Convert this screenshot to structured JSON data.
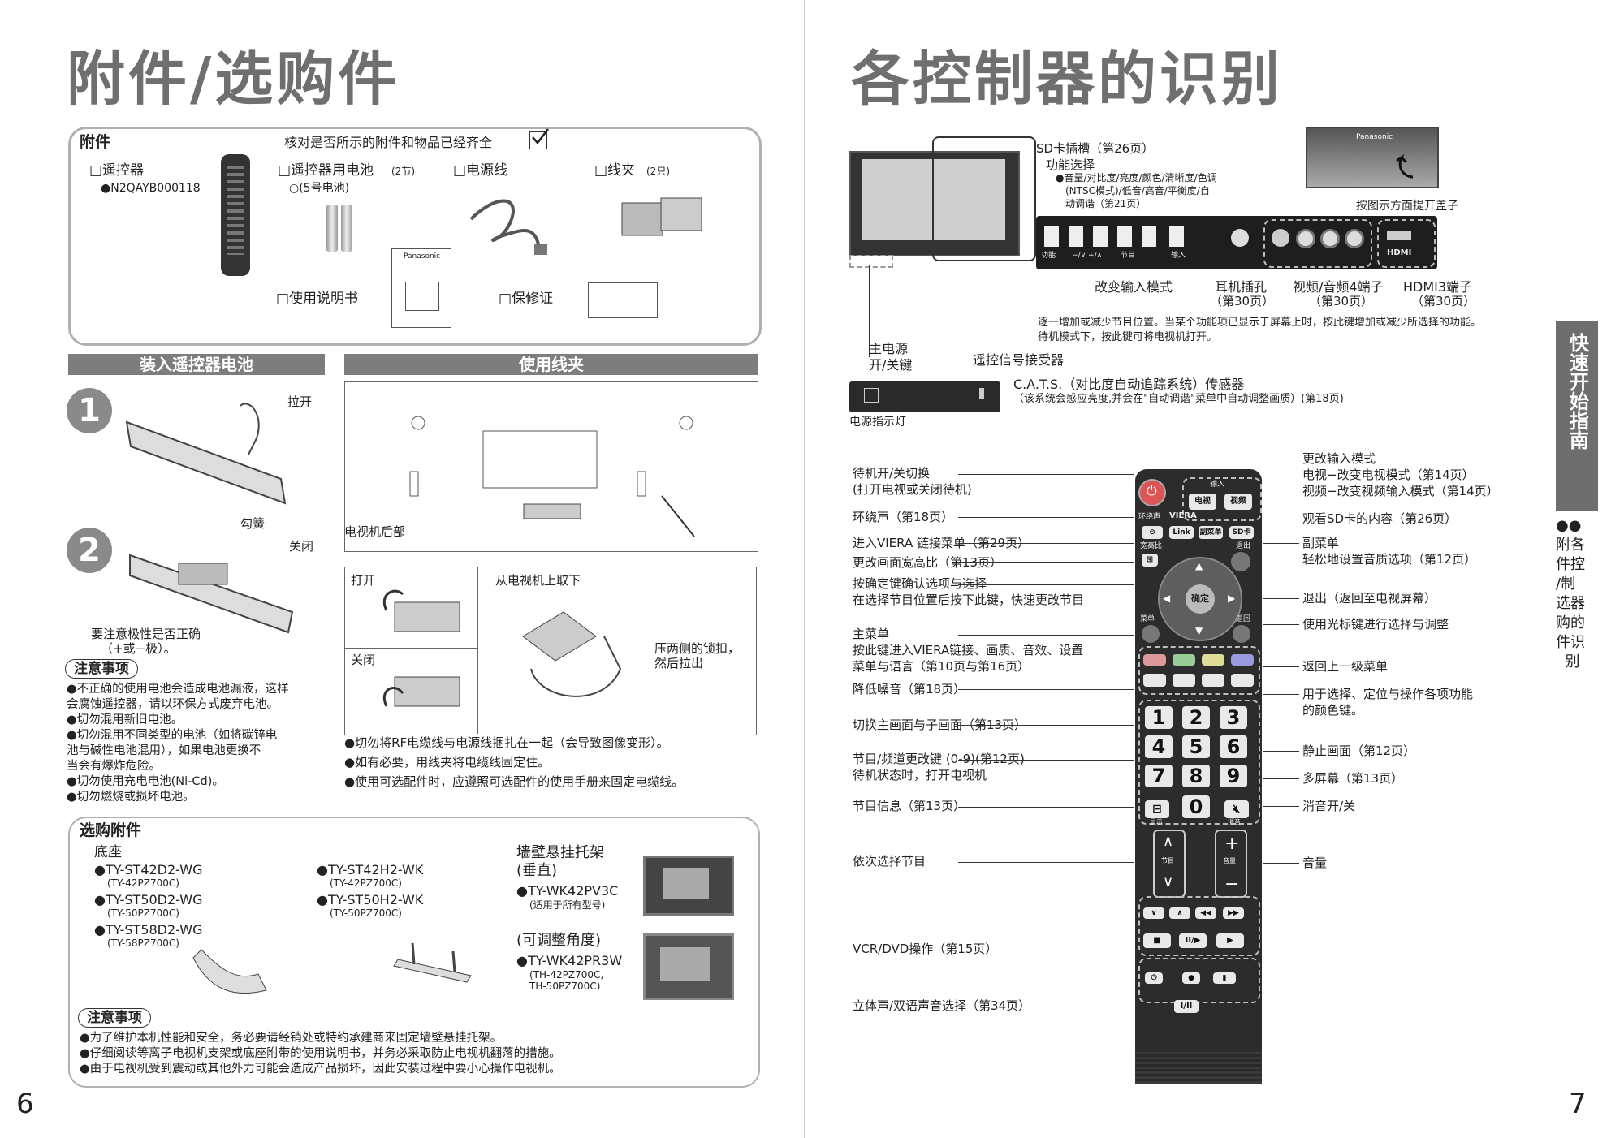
{
  "left_page": {
    "title": "附件/选购件",
    "accessories": {
      "header": "附件",
      "check_note": "核对是否所示的附件和物品已经齐全",
      "remote": "□遥控器",
      "remote_model": "●N2QAYB000118",
      "batteries": "□遥控器用电池",
      "batteries_count": "(2节)",
      "batteries_type": "○(5号电池)",
      "power_cord": "□电源线",
      "clamp": "□线夹",
      "clamp_count": "(2只)",
      "manual": "□使用说明书",
      "warranty": "□保修证",
      "manual_brand": "Panasonic"
    },
    "battery_section": {
      "header": "装入遥控器电池",
      "step1": "1",
      "step2": "2",
      "pull_open": "拉开",
      "hook": "勾簧",
      "close": "关闭",
      "polarity_1": "要注意极性是否正确",
      "polarity_2": "（+或−极）。",
      "caution_title": "注意事项",
      "cautions": [
        "●不正确的使用电池会造成电池漏液，这样",
        "  会腐蚀遥控器，请以环保方式废弃电池。",
        "●切勿混用新旧电池。",
        "●切勿混用不同类型的电池（如将碳锌电",
        "  池与碱性电池混用），如果电池更换不",
        "  当会有爆炸危险。",
        "●切勿使用充电电池(Ni-Cd)。",
        "●切勿燃烧或损坏电池。"
      ]
    },
    "clamp_section": {
      "header": "使用线夹",
      "tv_rear": "电视机后部",
      "open": "打开",
      "close": "关闭",
      "remove": "从电视机上取下",
      "press_1": "压两侧的锁扣，",
      "press_2": "然后拉出",
      "notes": [
        "●切勿将RF电缆线与电源线捆扎在一起（会导致图像变形）。",
        "●如有必要，用线夹将电缆线固定住。",
        "●使用可选配件时，应遵照可选配件的使用手册来固定电缆线。"
      ]
    },
    "optional": {
      "header": "选购附件",
      "base": "底座",
      "stands": [
        {
          "model": "●TY-ST42D2-WG",
          "sub": "(TY-42PZ700C)"
        },
        {
          "model": "●TY-ST50D2-WG",
          "sub": "(TY-50PZ700C)"
        },
        {
          "model": "●TY-ST58D2-WG",
          "sub": "(TY-58PZ700C)"
        },
        {
          "model": "●TY-ST42H2-WK",
          "sub": "(TY-42PZ700C)"
        },
        {
          "model": "●TY-ST50H2-WK",
          "sub": "(TY-50PZ700C)"
        }
      ],
      "wall_title_1": "墙壁悬挂托架",
      "wall_title_2": "(垂直)",
      "wall_v_model": "●TY-WK42PV3C",
      "wall_v_sub": "(适用于所有型号)",
      "wall_adj_title": "(可调整角度)",
      "wall_adj_model": "●TY-WK42PR3W",
      "wall_adj_sub1": "(TH-42PZ700C,",
      "wall_adj_sub2": "TH-50PZ700C)",
      "caution_title": "注意事项",
      "cautions": [
        "●为了维护本机性能和安全，务必要请经销处或特约承建商来固定墙壁悬挂托架。",
        "●仔细阅读等离子电视机支架或底座附带的使用说明书，并务必采取防止电视机翻落的措施。",
        "●由于电视机受到震动或其他外力可能会造成产品损坏，因此安装过程中要小心操作电视机。"
      ]
    },
    "page_number": "6"
  },
  "right_page": {
    "title": "各控制器的识别",
    "tv_labels": {
      "sd_slot": "SD卡插槽（第26页）",
      "function_select": "功能选择",
      "function_desc_1": "●音量/对比度/亮度/颜色/清晰度/色调",
      "function_desc_2": "(NTSC模式)/低音/高音/平衡度/自",
      "function_desc_3": "动调谐（第21页）",
      "open_cover": "按图示方面提开盖子",
      "input_mode": "改变输入模式",
      "headphone": "耳机插孔",
      "headphone_page": "（第30页）",
      "av4": "视频/音频4端子",
      "av4_page": "（第30页）",
      "hdmi3": "HDMI3端子",
      "hdmi3_page": "（第30页）",
      "channel_desc_1": "逐一增加或减少节目位置。当某个功能项已显示于屏幕上时，按此键增加或减少所选择的功能。",
      "channel_desc_2": "待机模式下，按此键可将电视机打开。",
      "main_power_1": "主电源",
      "main_power_2": "开/关键",
      "remote_receiver": "遥控信号接受器",
      "cats": "C.A.T.S.（对比度自动追踪系统）传感器",
      "cats_desc": "（该系统会感应亮度,并会在\"自动调谐\"菜单中自动调整画质）(第18页)",
      "power_led": "电源指示灯",
      "brand": "Panasonic",
      "panel_function": "功能",
      "panel_vol": "−/∨  +/∧",
      "panel_ch": "节目",
      "panel_input": "输入",
      "panel_hdmi": "HDMI"
    },
    "remote_left": [
      "待机开/关切换",
      "(打开电视或关闭待机)",
      "环绕声（第18页）",
      "进入VIERA 链接菜单（第29页）",
      "更改画面宽高比（第13页）",
      "按确定键确认选项与选择",
      "在选择节目位置后按下此键，快速更改节目",
      "主菜单",
      "按此键进入VIERA链接、画质、音效、设置",
      "菜单与语言（第10页与第16页）",
      "降低噪音（第18页）",
      "切换主画面与子画面（第13页）",
      "节目/频道更改键 (0-9)(第12页)",
      "待机状态时，打开电视机",
      "节目信息（第13页）",
      "依次选择节目",
      "VCR/DVD操作（第15页）",
      "立体声/双语声音选择（第34页）"
    ],
    "remote_right": [
      "更改输入模式",
      "电视−改变电视模式（第14页）",
      "视频−改变视频输入模式（第14页）",
      "观看SD卡的内容（第26页）",
      "副菜单",
      "轻松地设置音质选项（第12页）",
      "退出（返回至电视屏幕）",
      "使用光标键进行选择与调整",
      "返回上一级菜单",
      "用于选择、定位与操作各项功能",
      "的颜色键。",
      "静止画面（第12页）",
      "多屏幕（第13页）",
      "消音开/关",
      "音量"
    ],
    "remote_keys": {
      "input": "输入",
      "tv": "电视",
      "av": "视频",
      "viera": "VIERA",
      "link": "Link",
      "sub_menu": "副菜单",
      "sd": "SD卡",
      "surround": "环绕声",
      "aspect": "宽高比",
      "exit": "退出",
      "ok": "确定",
      "menu": "菜单",
      "return": "返回",
      "digits": [
        "1",
        "2",
        "3",
        "4",
        "5",
        "6",
        "7",
        "8",
        "9",
        "0"
      ],
      "info": "显示",
      "mute": "消音",
      "ch": "节目",
      "vol": "音量",
      "plus": "+",
      "minus": "−",
      "up": "∧",
      "down": "∨"
    },
    "side_tab": "快速开始指南",
    "side_index": [
      "●●",
      "附各",
      "件控",
      "/制",
      "选器",
      "购的",
      "件识",
      "  别"
    ],
    "page_number": "7"
  }
}
